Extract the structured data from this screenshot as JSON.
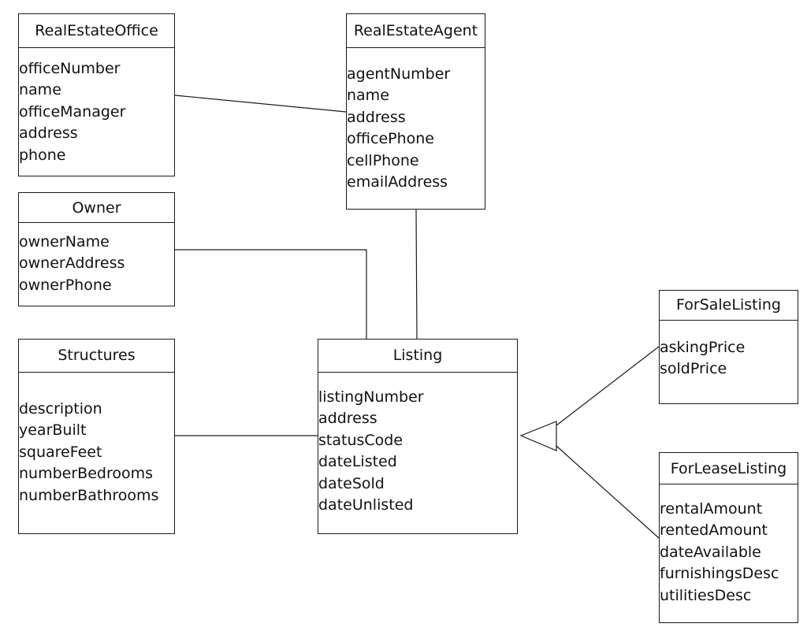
{
  "classes": {
    "real_estate_office": {
      "title": "RealEstateOffice",
      "attributes": [
        "officeNumber",
        "name",
        "officeManager",
        "address",
        "phone"
      ]
    },
    "real_estate_agent": {
      "title": "RealEstateAgent",
      "attributes": [
        "agentNumber",
        "name",
        "address",
        "officePhone",
        "cellPhone",
        "emailAddress"
      ]
    },
    "owner": {
      "title": "Owner",
      "attributes": [
        "ownerName",
        "ownerAddress",
        "ownerPhone"
      ]
    },
    "structures": {
      "title": "Structures",
      "attributes": [
        "description",
        "yearBuilt",
        "squareFeet",
        "numberBedrooms",
        "numberBathrooms"
      ]
    },
    "listing": {
      "title": "Listing",
      "attributes": [
        "listingNumber",
        "address",
        "statusCode",
        "dateListed",
        "dateSold",
        "dateUnlisted"
      ]
    },
    "for_sale_listing": {
      "title": "ForSaleListing",
      "attributes": [
        "askingPrice",
        "soldPrice"
      ]
    },
    "for_lease_listing": {
      "title": "ForLeaseListing",
      "attributes": [
        "rentalAmount",
        "rentedAmount",
        "dateAvailable",
        "furnishingsDesc",
        "utilitiesDesc"
      ]
    }
  },
  "relationships": [
    {
      "from": "real_estate_office",
      "to": "real_estate_agent",
      "type": "association"
    },
    {
      "from": "owner",
      "to": "listing",
      "type": "association"
    },
    {
      "from": "real_estate_agent",
      "to": "listing",
      "type": "association"
    },
    {
      "from": "structures",
      "to": "listing",
      "type": "association"
    },
    {
      "from": "for_sale_listing",
      "to": "listing",
      "type": "generalization"
    },
    {
      "from": "for_lease_listing",
      "to": "listing",
      "type": "generalization"
    }
  ],
  "colors": {
    "line": "#1a1a1a",
    "background": "#ffffff",
    "text": "#111111"
  }
}
